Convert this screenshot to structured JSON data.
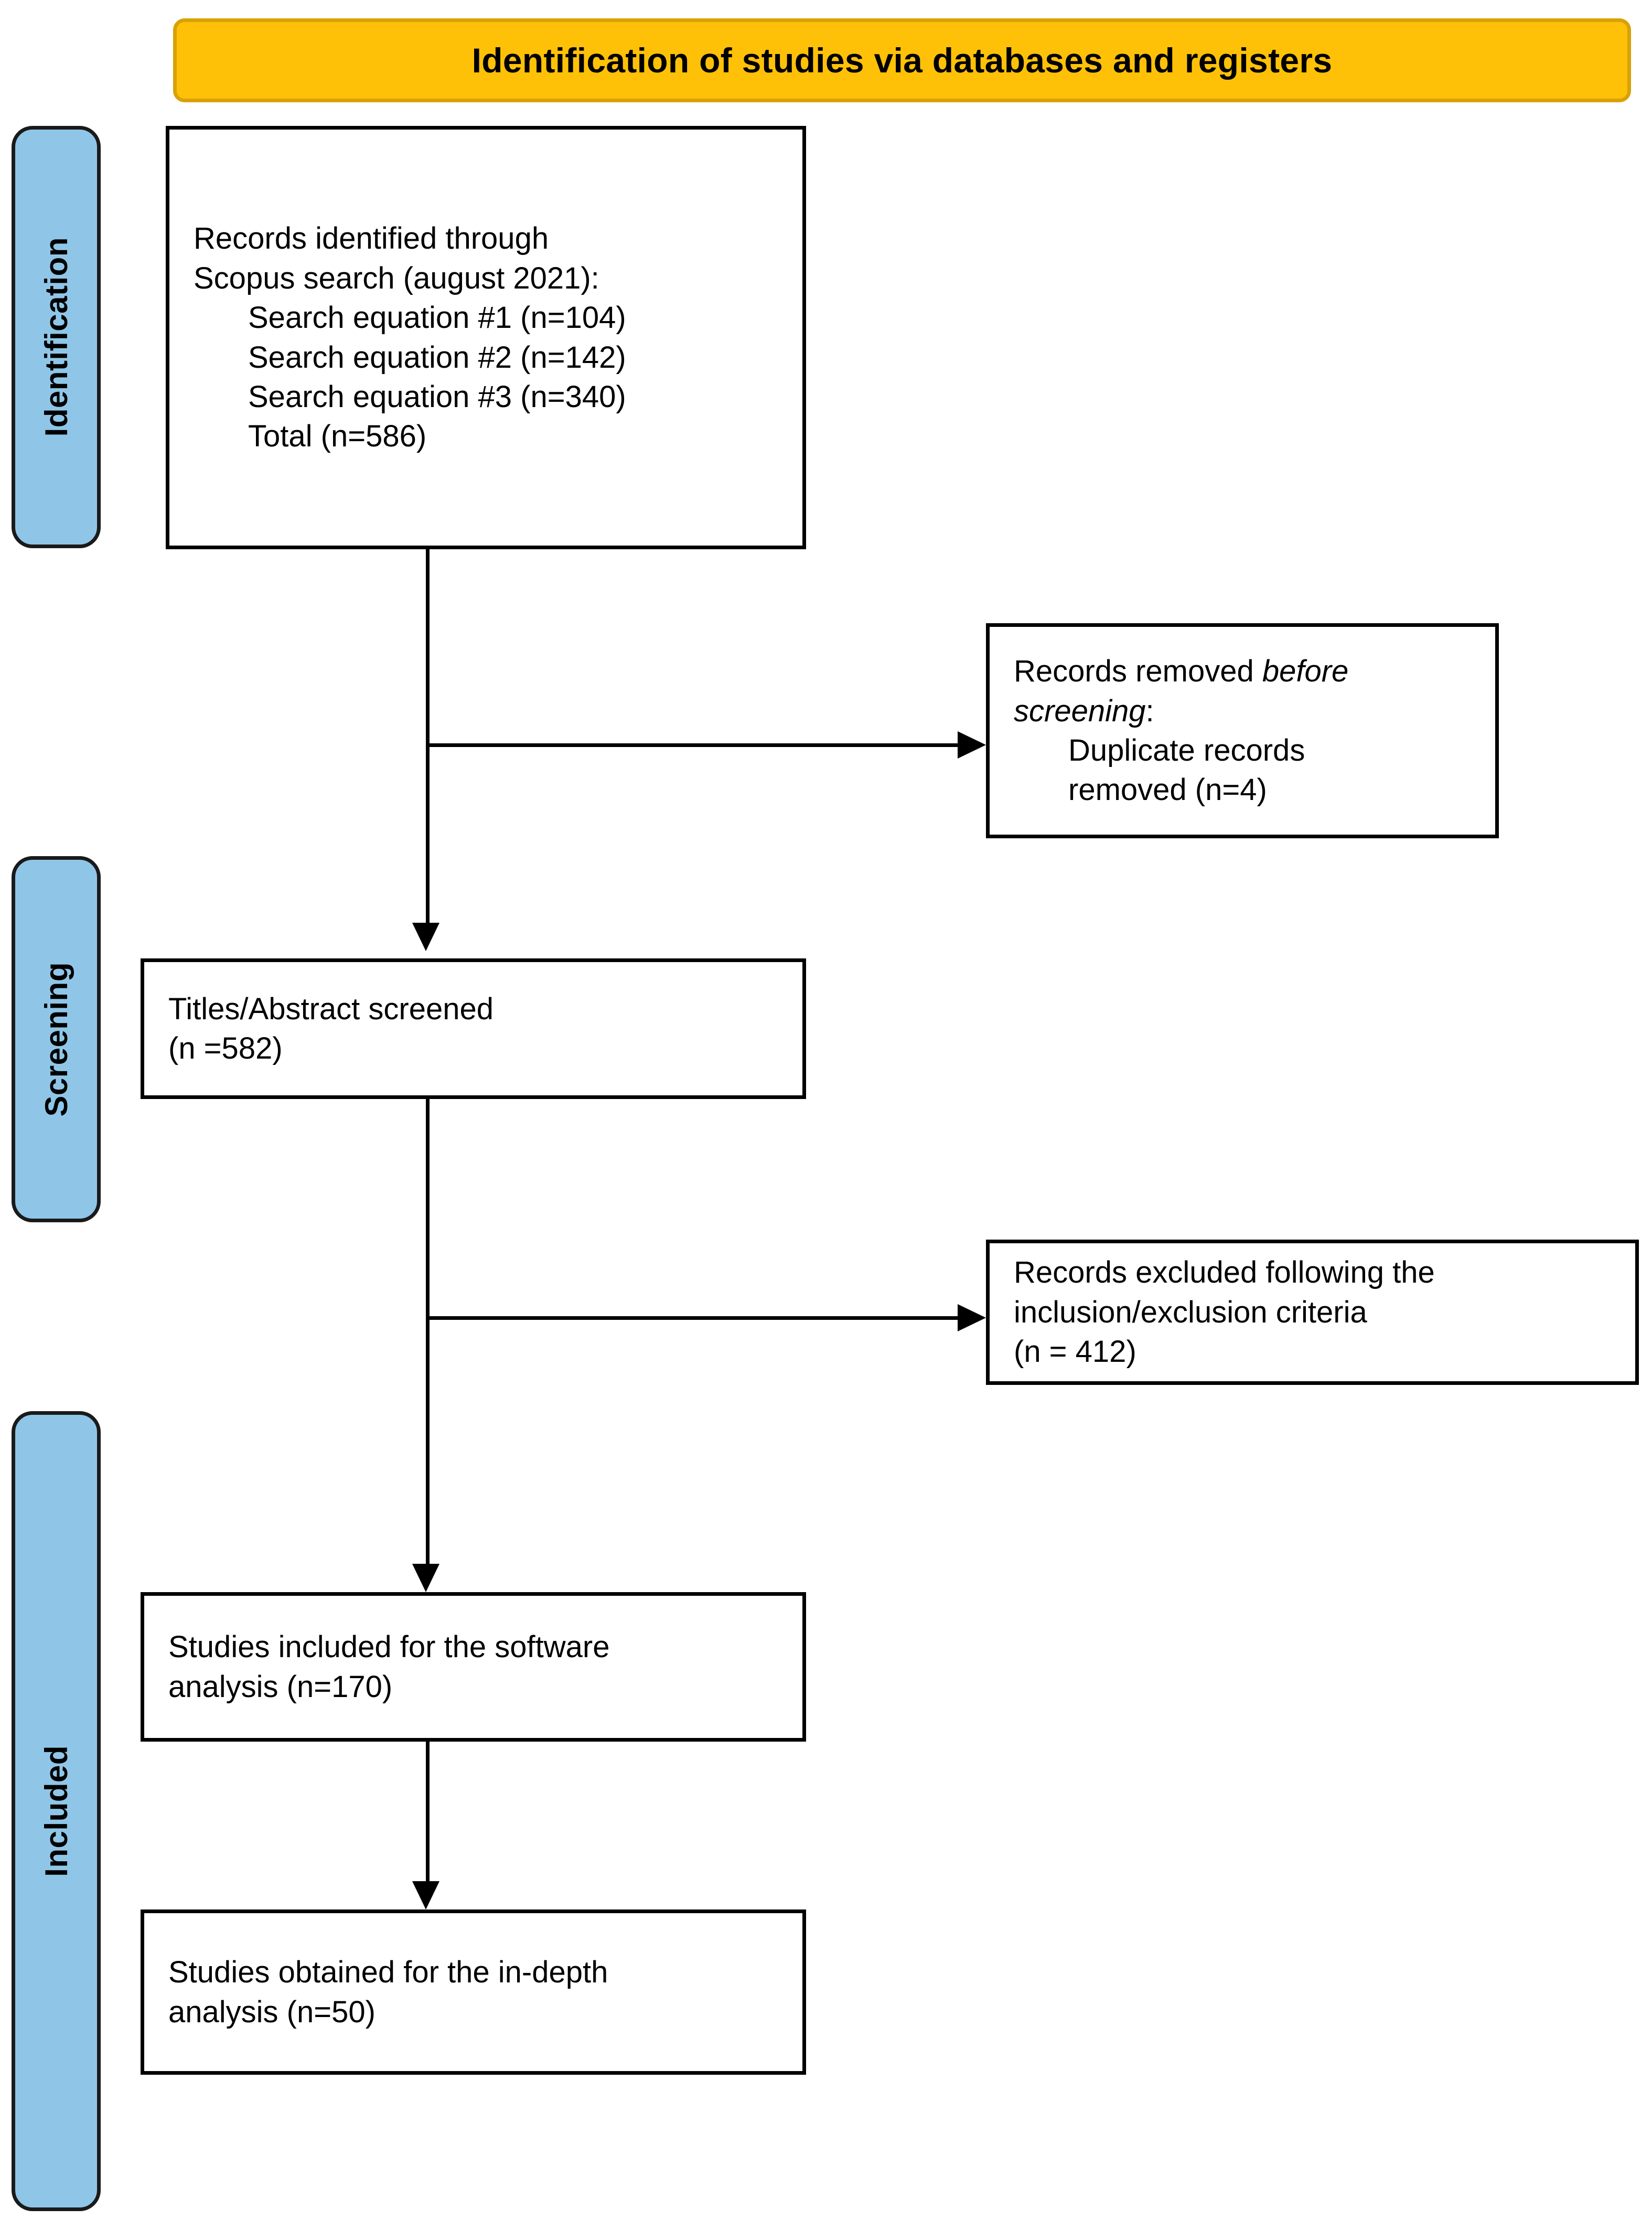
{
  "header": {
    "title": "Identification of studies via databases and registers",
    "bg_color": "#FFC107",
    "border_color": "#D9A106"
  },
  "stages": {
    "bg_color": "#8FC6E8",
    "items": [
      {
        "id": "identification",
        "label": "Identification"
      },
      {
        "id": "screening",
        "label": "Screening"
      },
      {
        "id": "included",
        "label": "Included"
      }
    ]
  },
  "boxes": {
    "records_identified": {
      "lines": [
        "Records identified through",
        "Scopus search (august 2021):",
        "Search equation #1 (n=104)",
        "Search equation #2 (n=142)",
        "Search equation #3 (n=340)",
        "Total (n=586)"
      ]
    },
    "records_removed": {
      "line1_prefix": "Records removed ",
      "line1_italic": "before",
      "line2_italic": "screening",
      "line2_suffix": ":",
      "line3": "Duplicate records",
      "line4": "removed (n=4)"
    },
    "titles_screened": {
      "line1": "Titles/Abstract screened",
      "line2": "(n =582)"
    },
    "records_excluded": {
      "line1": "Records excluded following the",
      "line2": "inclusion/exclusion criteria",
      "line3": "(n = 412)"
    },
    "studies_software": {
      "line1": "Studies included for the software",
      "line2": "analysis (n=170)"
    },
    "studies_indepth": {
      "line1": "Studies obtained for the in-depth",
      "line2": "analysis (n=50)"
    }
  },
  "chart_data": {
    "type": "table",
    "title": "Identification of studies via databases and registers",
    "flow": [
      {
        "stage": "Identification",
        "node": "Records identified through Scopus search (august 2021)",
        "n": 586,
        "breakdown": [
          {
            "label": "Search equation #1",
            "n": 104
          },
          {
            "label": "Search equation #2",
            "n": 142
          },
          {
            "label": "Search equation #3",
            "n": 340
          }
        ]
      },
      {
        "stage": "Identification",
        "node": "Records removed before screening: Duplicate records removed",
        "n": 4,
        "branch": "excluded"
      },
      {
        "stage": "Screening",
        "node": "Titles/Abstract screened",
        "n": 582
      },
      {
        "stage": "Screening",
        "node": "Records excluded following the inclusion/exclusion criteria",
        "n": 412,
        "branch": "excluded"
      },
      {
        "stage": "Included",
        "node": "Studies included for the software analysis",
        "n": 170
      },
      {
        "stage": "Included",
        "node": "Studies obtained for the in-depth analysis",
        "n": 50
      }
    ]
  }
}
